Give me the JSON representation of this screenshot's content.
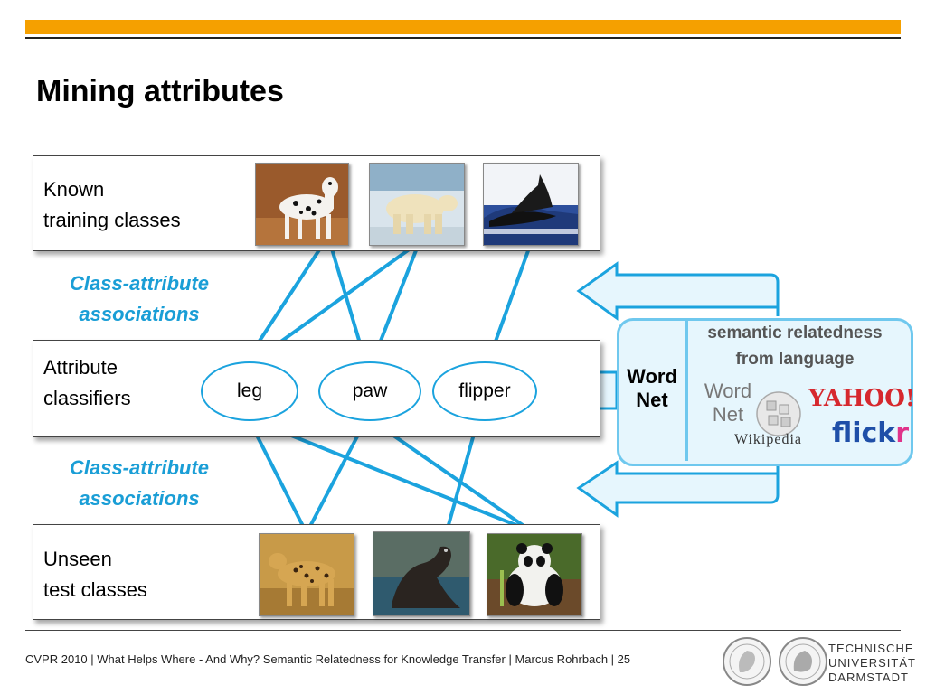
{
  "slide": {
    "title": "Mining attributes"
  },
  "known": {
    "label_line1": "Known",
    "label_line2": "training classes"
  },
  "attributes": {
    "label_line1": "Attribute",
    "label_line2": "classifiers",
    "nodes": [
      "leg",
      "paw",
      "flipper"
    ]
  },
  "unseen": {
    "label_line1": "Unseen",
    "label_line2": "test classes"
  },
  "associations": {
    "top_line1": "Class-attribute",
    "top_line2": "associations",
    "bottom_line1": "Class-attribute",
    "bottom_line2": "associations"
  },
  "sources": {
    "wordnet_line1": "Word",
    "wordnet_line2": "Net",
    "semantic_line1": "semantic relatedness",
    "semantic_line2": "from language",
    "wordnet_small_line1": "Word",
    "wordnet_small_line2": "Net",
    "yahoo": "YAHOO!",
    "wikipedia": "Wikipedia",
    "flickr_part1": "flick",
    "flickr_part2": "r"
  },
  "footer": {
    "text": "CVPR 2010 | What Helps Where - And Why?  Semantic Relatedness for Knowledge Transfer | Marcus Rohrbach | 25",
    "university_line1": "TECHNISCHE",
    "university_line2": "UNIVERSITÄT",
    "university_line3": "DARMSTADT"
  },
  "colors": {
    "accent_orange": "#f5a000",
    "accent_blue": "#1ba3de",
    "panel_fill": "#e6f6fd",
    "association_text": "#1a9ed6"
  }
}
